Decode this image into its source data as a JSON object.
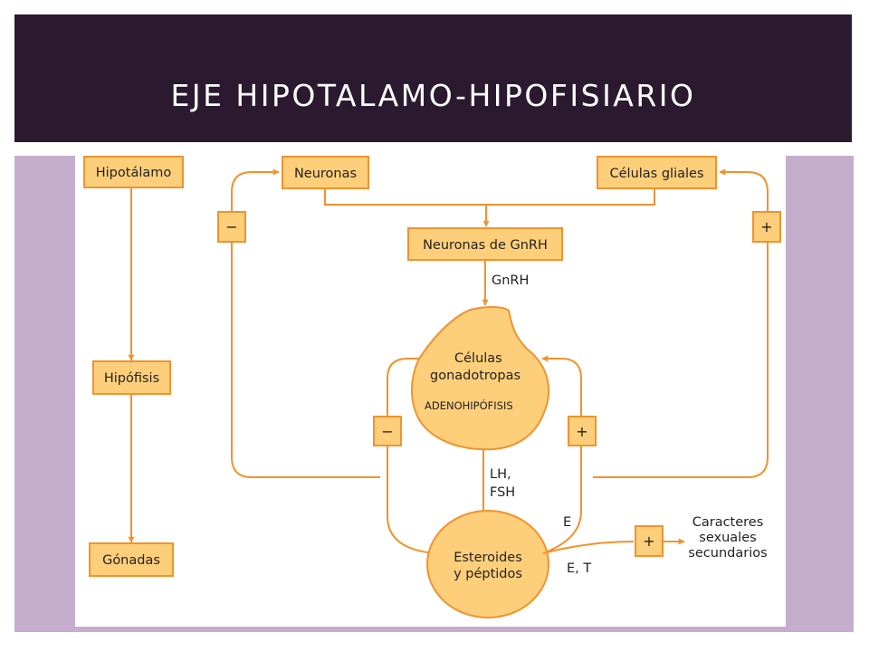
{
  "title": "EJE HIPOTALAMO-HIPOFISIARIO",
  "colors": {
    "title_bar": "#2b1930",
    "panel": "#c5aecd",
    "node_fill": "#fdcf7a",
    "node_stroke": "#f2922e"
  },
  "diagram": {
    "left_chain": {
      "hipotalamo": "Hipotálamo",
      "hipofisis": "Hipófisis",
      "gonadas": "Gónadas"
    },
    "neuronas": "Neuronas",
    "celulas_gliales": "Células gliales",
    "neuronas_gnrh": "Neuronas de GnRH",
    "gnrh_label": "GnRH",
    "gonadotropas": {
      "line1": "Células",
      "line2": "gonadotropas",
      "sub": "ADENOHIPÓFISIS"
    },
    "lh_fsh": {
      "line1": "LH,",
      "line2": "FSH"
    },
    "esteroides": {
      "line1": "Esteroides",
      "line2": "y péptidos"
    },
    "e_label": "E",
    "et_label": "E, T",
    "caracteres": {
      "line1": "Caracteres",
      "line2": "sexuales",
      "line3": "secundarios"
    },
    "signs": {
      "minus_outer": "−",
      "plus_outer": "+",
      "minus_inner": "−",
      "plus_inner": "+",
      "plus_caracteres": "+"
    }
  }
}
